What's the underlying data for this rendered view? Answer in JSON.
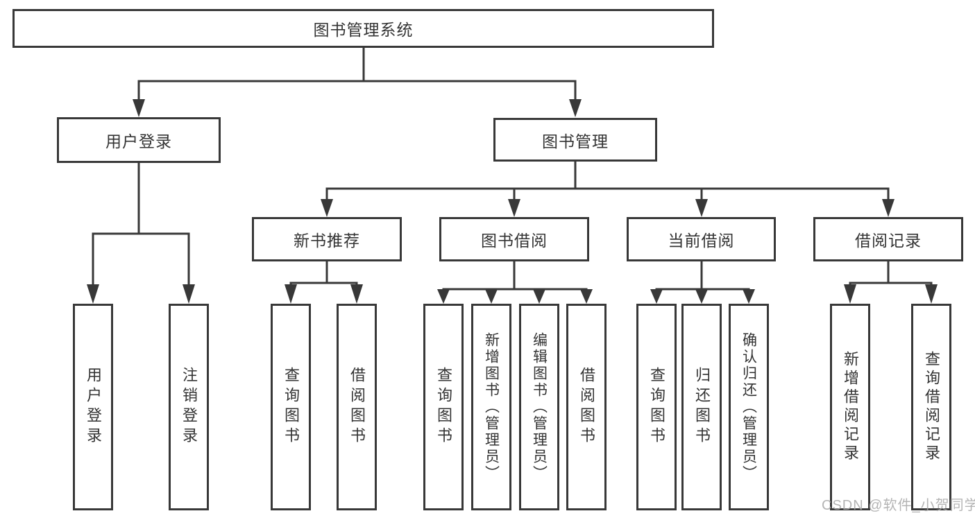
{
  "diagram": {
    "type": "hierarchy-tree",
    "tree": {
      "label": "图书管理系统",
      "children": [
        {
          "label": "用户登录",
          "children": [
            {
              "label": "用户登录"
            },
            {
              "label": "注销登录"
            }
          ]
        },
        {
          "label": "图书管理",
          "children": [
            {
              "label": "新书推荐",
              "children": [
                {
                  "label": "查询图书"
                },
                {
                  "label": "借阅图书"
                }
              ]
            },
            {
              "label": "图书借阅",
              "children": [
                {
                  "label": "查询图书"
                },
                {
                  "label": "新增图书（管理员）"
                },
                {
                  "label": "编辑图书（管理员）"
                },
                {
                  "label": "借阅图书"
                }
              ]
            },
            {
              "label": "当前借阅",
              "children": [
                {
                  "label": "查询图书"
                },
                {
                  "label": "归还图书"
                },
                {
                  "label": "确认归还（管理员）"
                }
              ]
            },
            {
              "label": "借阅记录",
              "children": [
                {
                  "label": "新增借阅记录"
                },
                {
                  "label": "查询借阅记录"
                }
              ]
            }
          ]
        }
      ]
    },
    "colors": {
      "line": "#383838",
      "text": "#333333",
      "watermark": "#a8a8a8"
    }
  },
  "watermark": "CSDN @软件_小贺同学"
}
